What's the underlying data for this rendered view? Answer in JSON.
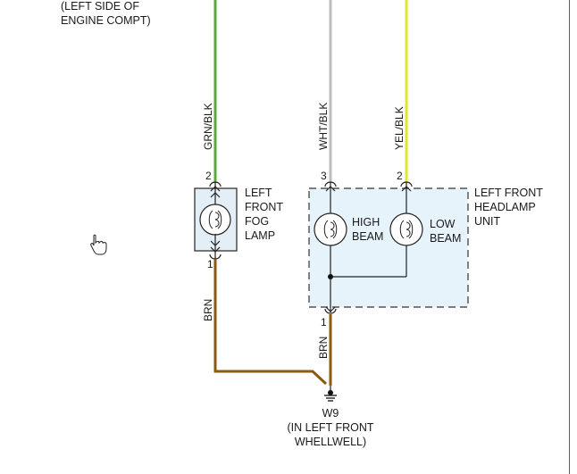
{
  "top_note": [
    "(LEFT SIDE OF",
    "ENGINE COMPT)"
  ],
  "wires": {
    "fog_feed": "GRN/BLK",
    "high_feed": "WHT/BLK",
    "low_feed": "YEL/BLK",
    "fog_ground": "BRN",
    "headlamp_ground": "BRN"
  },
  "pins": {
    "fog_in": "2",
    "fog_out": "1",
    "high_in": "3",
    "low_in": "2",
    "headlamp_out": "1"
  },
  "fog_lamp": {
    "label": [
      "LEFT",
      "FRONT",
      "FOG",
      "LAMP"
    ]
  },
  "headlamp": {
    "unit_label": [
      "LEFT FRONT",
      "HEADLAMP",
      "UNIT"
    ],
    "high_label": [
      "HIGH",
      "BEAM"
    ],
    "low_label": [
      "LOW",
      "BEAM"
    ]
  },
  "ground": {
    "id": "W9",
    "location": [
      "(IN LEFT FRONT",
      "WHELLWELL)"
    ]
  },
  "colors": {
    "green_wire": "#5aaa3a",
    "white_wire": "#bdbdbd",
    "yellow_wire": "#e4e42e",
    "brown_wire": "#8a5a10",
    "unit_fill": "#e6f3fb",
    "fog_fill": "#e3eef7"
  },
  "icons": {
    "cursor": "hand-pointer-icon"
  }
}
